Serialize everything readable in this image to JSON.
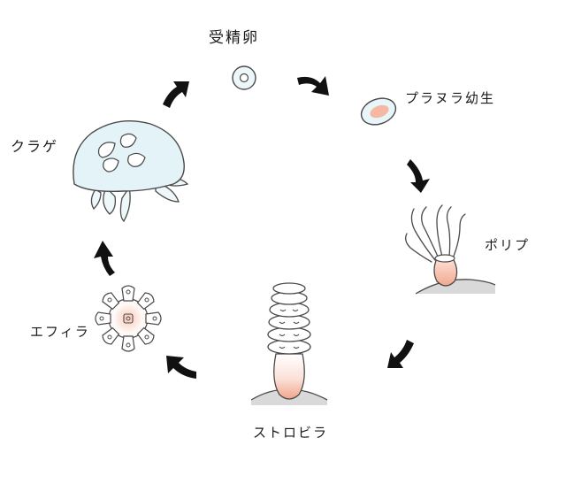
{
  "stages": {
    "fertilized_egg": "受精卵",
    "planula": "プラヌラ幼生",
    "polyp": "ポリプ",
    "strobila": "ストロビラ",
    "ephyra": "エフィラ",
    "medusa": "クラゲ"
  },
  "colors": {
    "outline": "#4a4a4a",
    "body_blue": "#e4f3f7",
    "pink": "#f5b8a3",
    "arrow": "#111111"
  }
}
